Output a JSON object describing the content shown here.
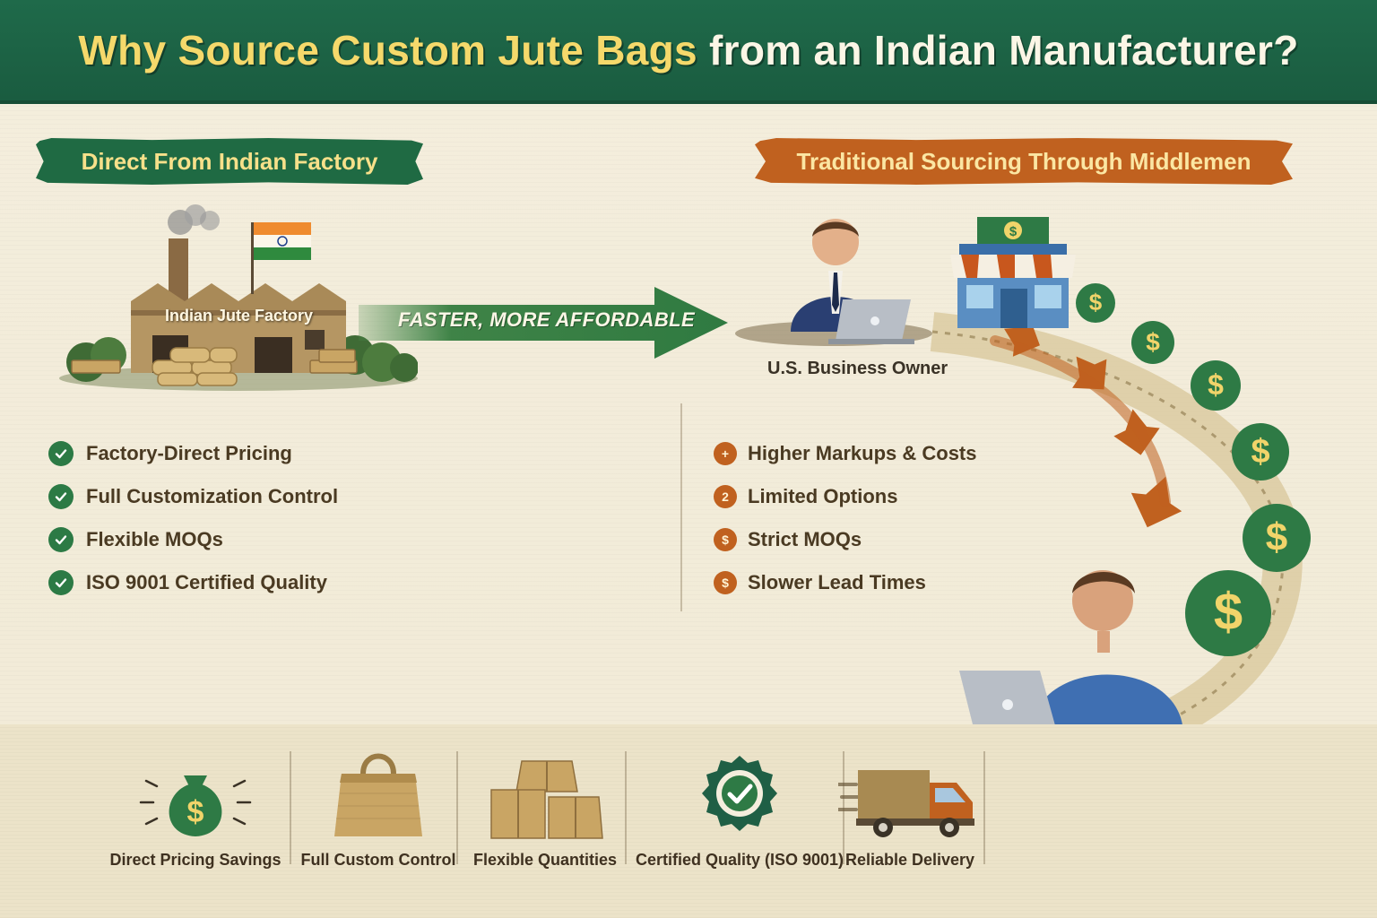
{
  "header": {
    "title_accent": "Why Source Custom Jute Bags",
    "title_rest": "from an Indian Manufacturer?"
  },
  "left": {
    "banner": "Direct From Indian Factory",
    "factory_label": "Indian Jute Factory",
    "benefits": [
      "Factory-Direct Pricing",
      "Full Customization Control",
      "Flexible MOQs",
      "ISO 9001 Certified Quality"
    ]
  },
  "arrow": {
    "label": "FASTER, MORE AFFORDABLE"
  },
  "right": {
    "banner": "Traditional Sourcing Through Middlemen",
    "owner_label": "U.S. Business Owner",
    "drawbacks": [
      {
        "icon": "+",
        "text": "Higher Markups & Costs"
      },
      {
        "icon": "2",
        "text": "Limited Options"
      },
      {
        "icon": "$",
        "text": "Strict MOQs"
      },
      {
        "icon": "$",
        "text": "Slower Lead Times"
      }
    ]
  },
  "features": [
    {
      "label": "Direct Pricing Savings",
      "icon": "money-bag-icon"
    },
    {
      "label": "Full Custom Control",
      "icon": "jute-bag-icon"
    },
    {
      "label": "Flexible Quantities",
      "icon": "boxes-icon"
    },
    {
      "label": "Certified Quality (ISO 9001)",
      "icon": "certified-badge-icon"
    },
    {
      "label": "Reliable Delivery",
      "icon": "delivery-truck-icon"
    }
  ],
  "colors": {
    "header_green": "#1f6a4a",
    "accent_yellow": "#f5d96b",
    "banner_orange": "#c0611f",
    "check_green": "#2c7a45"
  }
}
